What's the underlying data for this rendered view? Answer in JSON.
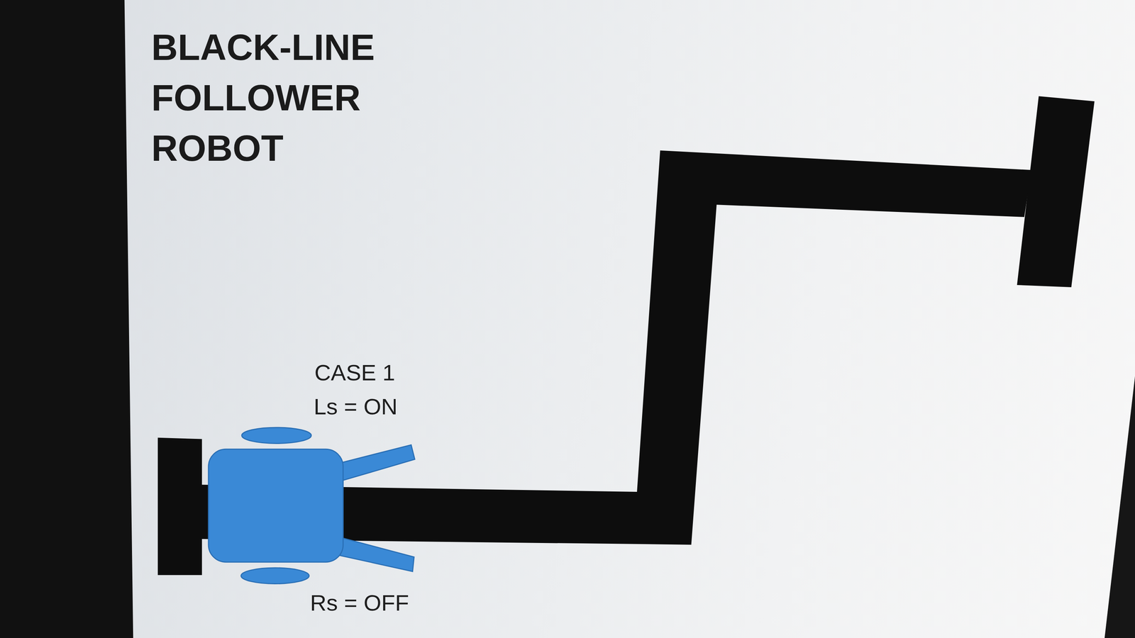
{
  "diagram": {
    "title": "BLACK-LINE FOLLOWER ROBOT",
    "labels": [
      "CASE 1",
      "Ls = ON",
      "Rs = OFF"
    ]
  }
}
